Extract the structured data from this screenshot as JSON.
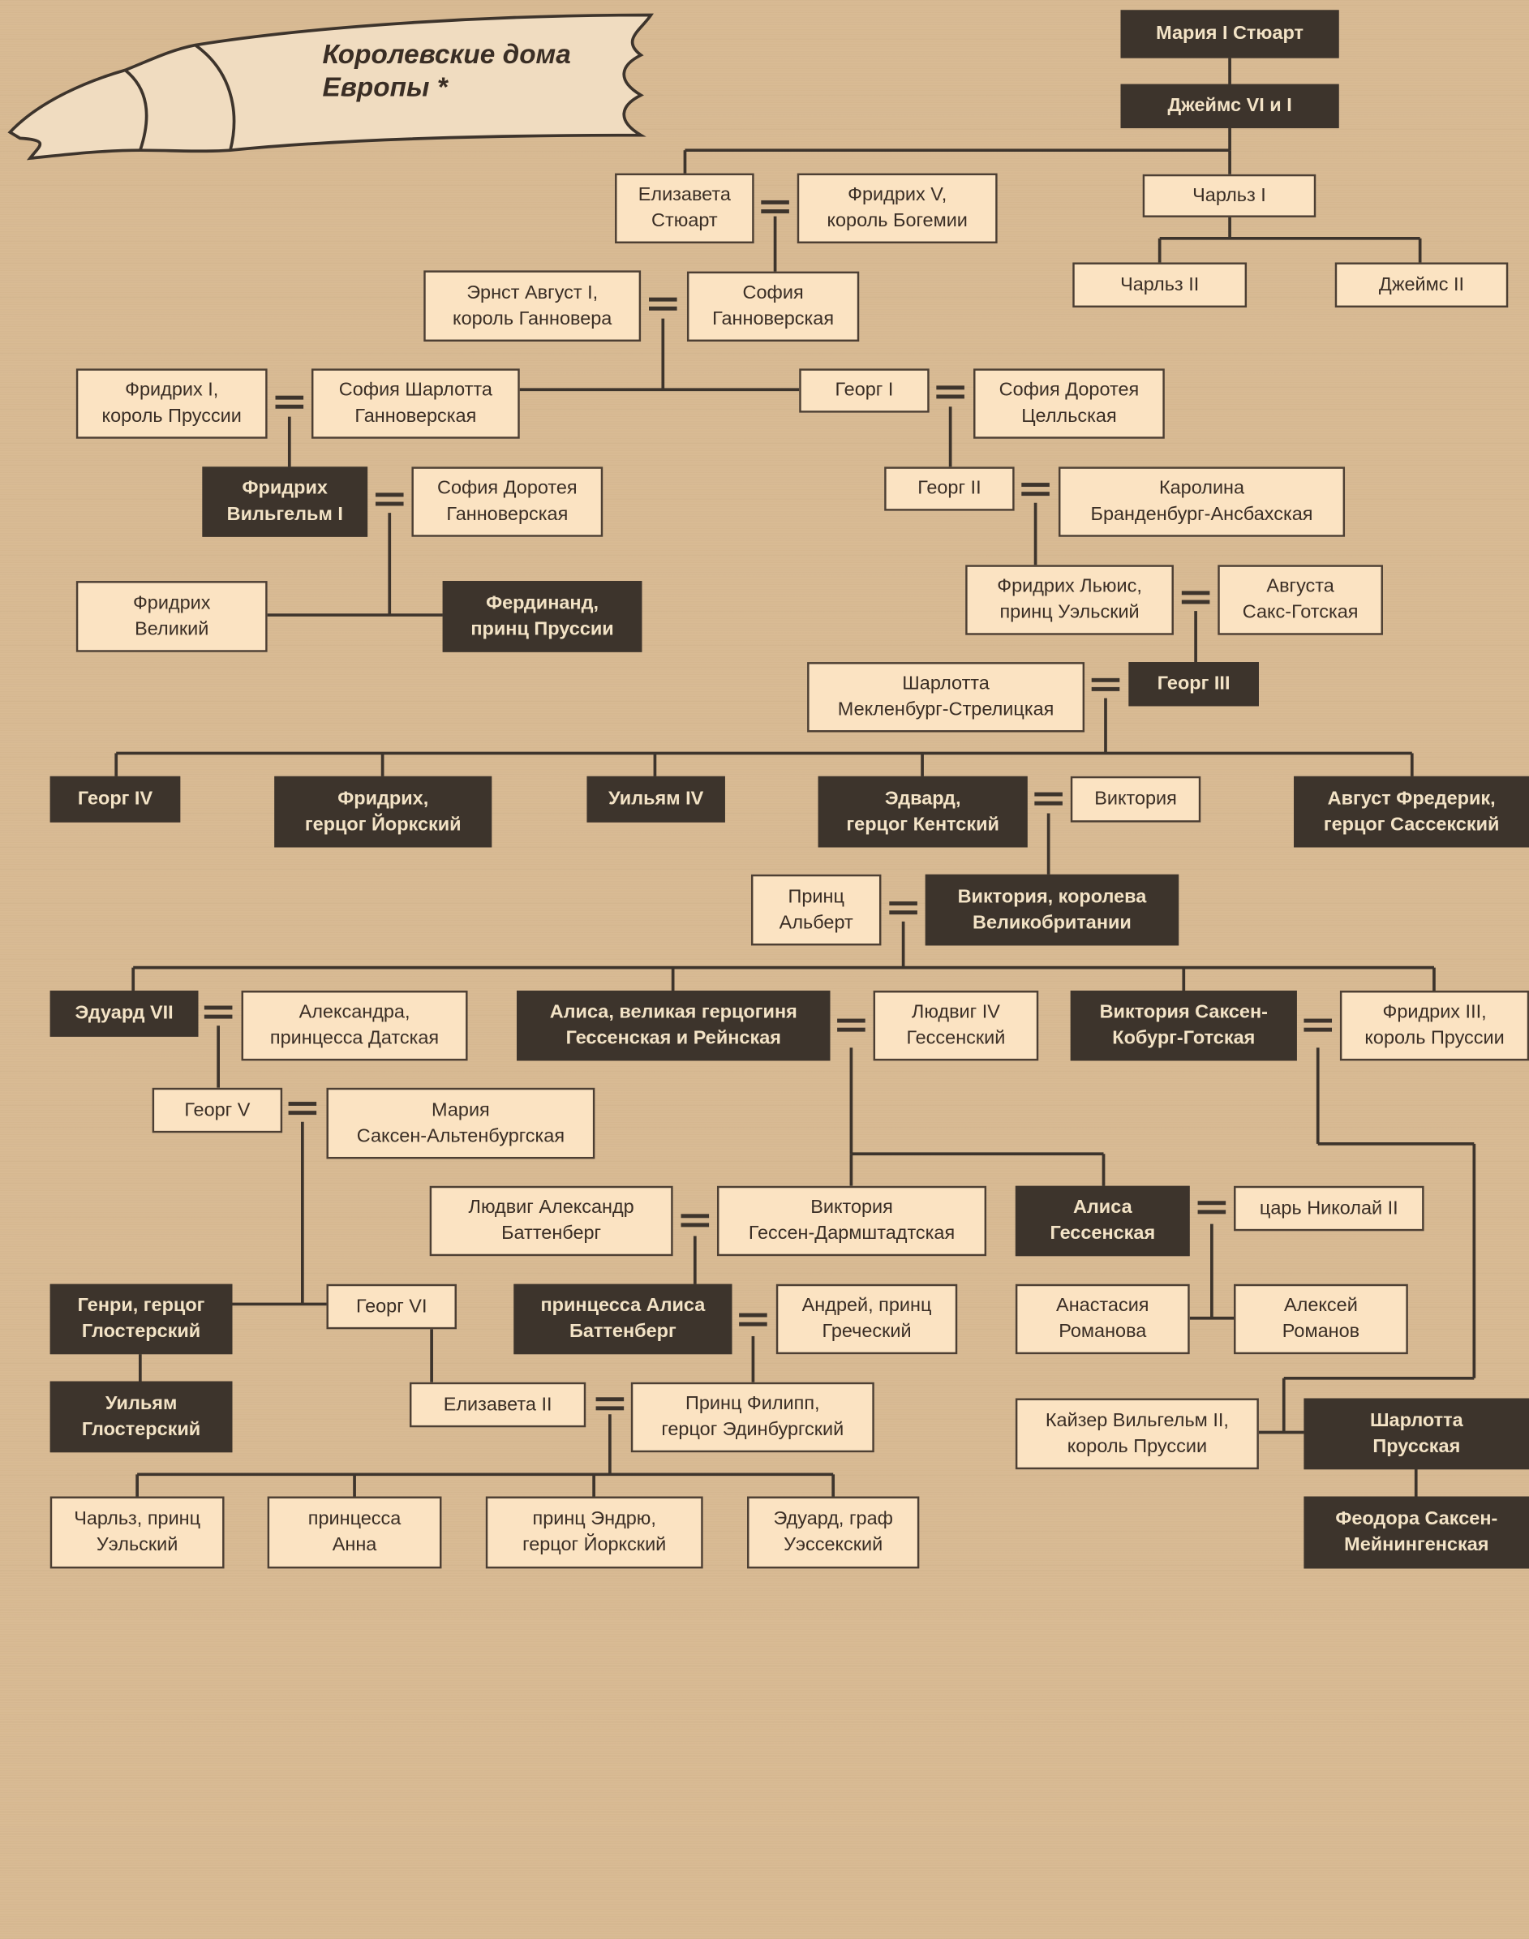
{
  "title": "Королевские дома\nЕвропы *",
  "people": {
    "mary": "Мария I Стюарт",
    "james6": "Джеймс VI и I",
    "elizabeth_stuart": "Елизавета\nСтюарт",
    "frederick5": "Фридрих V,\nкороль Богемии",
    "charles1": "Чарльз I",
    "charles2": "Чарльз II",
    "james2": "Джеймс II",
    "ernst_august": "Эрнст Август I,\nкороль Ганновера",
    "sophia_hanover": "София\nГанноверская",
    "frederick1": "Фридрих I,\nкороль Пруссии",
    "sophia_charlotte": "София Шарлотта\nГанноверская",
    "george1": "Георг  I",
    "sophia_dorothea_celle": "София Доротея\nЦелльская",
    "fw1": "Фридрих\nВильгельм I",
    "sophia_dorothea_hanover": "София Доротея\nГанноверская",
    "george2": "Георг  II",
    "caroline": "Каролина\nБранденбург-Ансбахская",
    "frederick_great": "Фридрих\nВеликий",
    "ferdinand": "Фердинанд,\nпринц Пруссии",
    "frederick_lewis": "Фридрих Льюис,\nпринц Уэльский",
    "augusta": "Августа\nСакс-Готская",
    "charlotte_meck": "Шарлотта\nМекленбург-Стрелицкая",
    "george3": "Георг III",
    "george4": "Георг IV",
    "frederick_york": "Фридрих,\nгерцог Йоркский",
    "william4": "Уильям IV",
    "edward_kent": "Эдвард,\nгерцог Кентский",
    "victoria_mother": "Виктория",
    "augustus_sussex": "Август Фредерик,\nгерцог Сассекский",
    "albert": "Принц\nАльберт",
    "victoria_queen": "Виктория, королева\nВеликобритании",
    "edward7": "Эдуард VII",
    "alexandra": "Александра,\nпринцесса Датская",
    "alice_grand": "Алиса, великая герцогиня\nГессенская и Рейнская",
    "ludwig4": "Людвиг IV\nГессенский",
    "victoria_saxe": "Виктория Саксен-\nКобург-Готская",
    "frederick3": "Фридрих III,\nкороль Пруссии",
    "george5": "Георг V",
    "mary_teck": "Мария\nСаксен-Альтенбургская",
    "ludwig_battenberg": "Людвиг Александр\nБаттенберг",
    "victoria_hesse": "Виктория\nГессен-Дармштадтская",
    "alix": "Алиса\nГессенская",
    "nicholas2": "царь Николай II",
    "henry_gloucester": "Генри, герцог\nГлостерский",
    "george6": "Георг VI",
    "alice_battenberg": "принцесса Алиса\nБаттенберг",
    "andrew_greece": "Андрей, принц\nГреческий",
    "anastasia": "Анастасия\nРоманова",
    "alexei": "Алексей\nРоманов",
    "william_gloucester": "Уильям\nГлостерский",
    "elizabeth2": "Елизавета II",
    "philip": "Принц Филипп,\nгерцог Эдинбургский",
    "wilhelm2": "Кайзер Вильгельм II,\nкороль Пруссии",
    "charlotte_prussia": "Шарлотта\nПрусская",
    "charles_wales": "Чарльз, принц\nУэльский",
    "anne": "принцесса\nАнна",
    "andrew_york": "принц Эндрю,\nгерцог Йоркский",
    "edward_wessex": "Эдуард, граф\nУэссекский",
    "feodora": "Феодора Саксен-\nМейнингенская"
  }
}
